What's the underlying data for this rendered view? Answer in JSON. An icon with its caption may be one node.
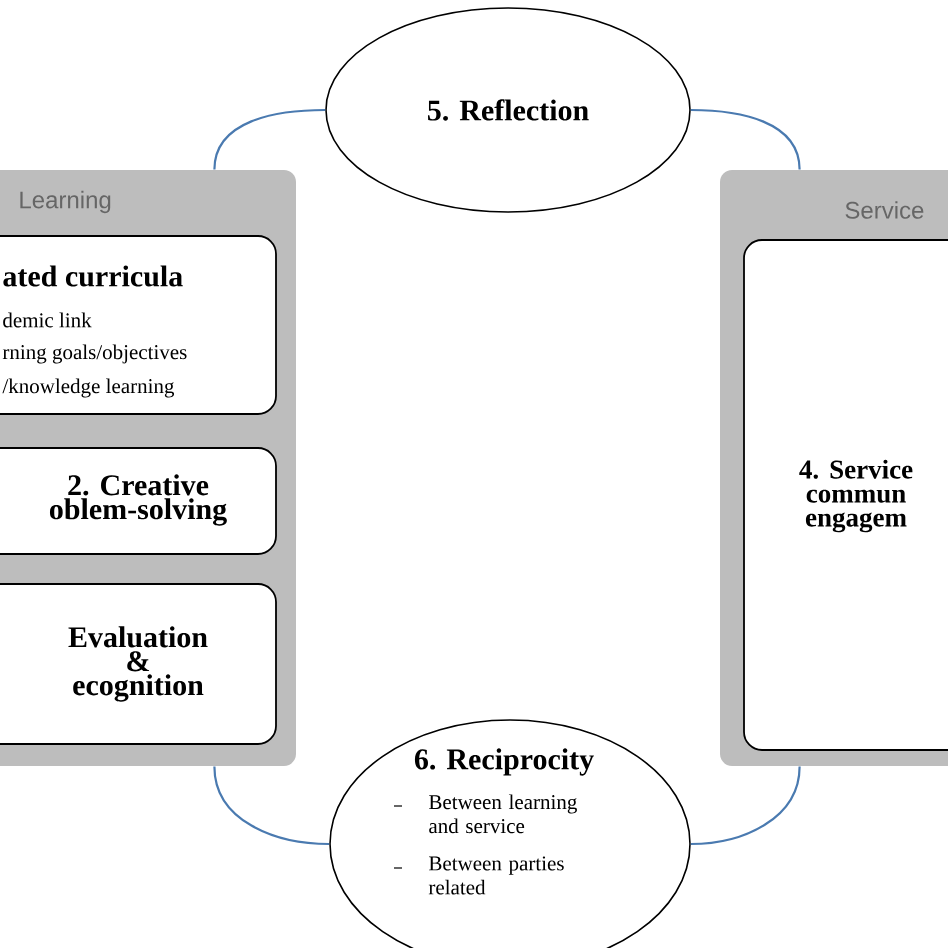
{
  "diagram": {
    "nodes": [
      {
        "text": [
          "5. Reflection"
        ]
      },
      {
        "text": [
          "Learning"
        ]
      },
      {
        "text": [
          "ated curricula",
          "demic link",
          "rning goals/objectives",
          "/knowledge learning"
        ],
        "in": 1
      },
      {
        "text": [
          "2. Creative oblem-solving"
        ],
        "in": 1
      },
      {
        "text": [
          "Evaluation & ecognition"
        ],
        "in": 1
      },
      {
        "text": [
          "Service"
        ]
      },
      {
        "text": [
          "4. Service commun engagem"
        ],
        "in": 5
      },
      {
        "text": [
          "6. Reciprocity",
          "Between learning and service",
          "Between parties related"
        ]
      }
    ],
    "edges": [
      {
        "from": 0,
        "to": 1,
        "arrow": "none",
        "color": "#4a7ab0"
      },
      {
        "from": 0,
        "to": 5,
        "arrow": "none",
        "color": "#4a7ab0"
      },
      {
        "from": 1,
        "to": 7,
        "arrow": "none",
        "color": "#4a7ab0"
      },
      {
        "from": 7,
        "to": 5,
        "arrow": "none",
        "color": "#4a7ab0"
      }
    ]
  }
}
